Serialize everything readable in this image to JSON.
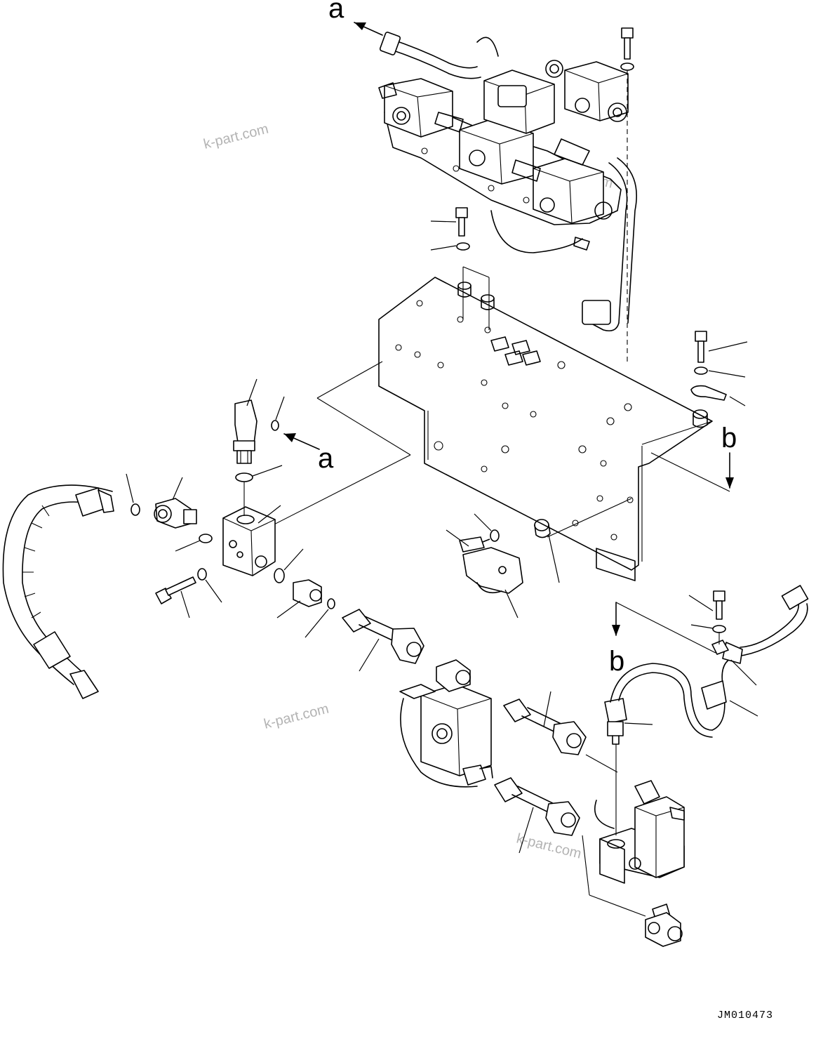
{
  "diagram": {
    "reference_labels": {
      "a": "a",
      "b": "b"
    },
    "watermark": "k-part.com",
    "drawing_code": "JM010473"
  }
}
